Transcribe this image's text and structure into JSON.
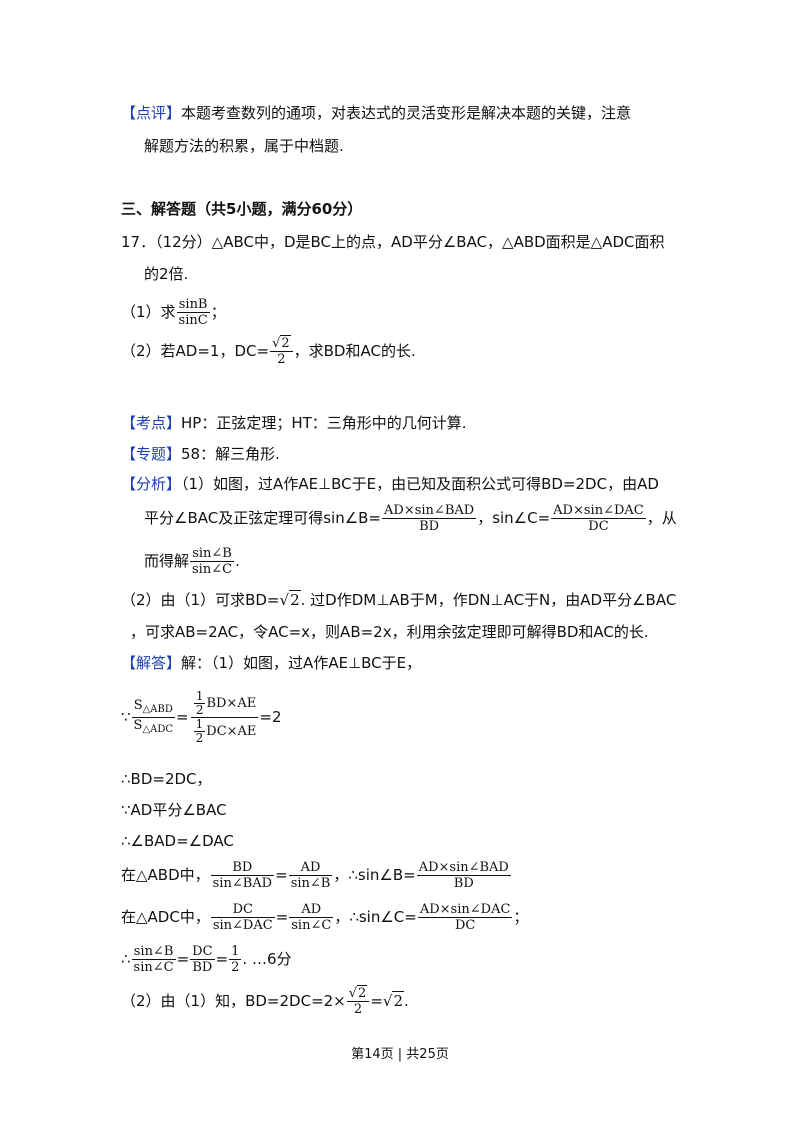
{
  "comment": {
    "tag": "【点评】",
    "line1": "本题考查数列的通项，对表达式的灵活变形是解决本题的关键，注意",
    "line2": "解题方法的积累，属于中档题."
  },
  "section_title": "三、解答题（共5小题，满分60分）",
  "problem": {
    "line1": "17．（12分）△ABC中，D是BC上的点，AD平分∠BAC，△ABD面积是△ADC面积",
    "line2": "的2倍.",
    "q1_prefix": "（1）求",
    "q1_num": "sinB",
    "q1_den": "sinC",
    "q1_suffix": "；",
    "q2_prefix": "（2）若AD=1，DC=",
    "q2_radicand": "2",
    "q2_den": "2",
    "q2_suffix": "，求BD和AC的长."
  },
  "kaodian": {
    "tag": "【考点】",
    "text": "HP：正弦定理；HT：三角形中的几何计算."
  },
  "zhuanti": {
    "tag": "【专题】",
    "text": "58：解三角形."
  },
  "fenxi": {
    "tag": "【分析】",
    "line1": "（1）如图，过A作AE⊥BC于E，由已知及面积公式可得BD=2DC，由AD",
    "line2_a": "平分∠BAC及正弦定理可得sin∠B=",
    "f1_num": "AD×sin∠BAD",
    "f1_den": "BD",
    "line2_b": "，sin∠C=",
    "f2_num": "AD×sin∠DAC",
    "f2_den": "DC",
    "line2_c": "，从",
    "line3_a": "而得解",
    "f3_num": "sin∠B",
    "f3_den": "sin∠C",
    "line3_b": ".",
    "line4_a": "（2）由（1）可求BD=",
    "line4_rad": "2",
    "line4_b": ". 过D作DM⊥AB于M，作DN⊥AC于N，由AD平分∠BAC",
    "line5": "，可求AB=2AC，令AC=x，则AB=2x，利用余弦定理即可解得BD和AC的长."
  },
  "jieda": {
    "tag": "【解答】",
    "line1": "解：（1）如图，过A作AE⊥BC于E，",
    "because": "∵",
    "s1": "S",
    "s1_sub": "△ABD",
    "s2": "S",
    "s2_sub": "△ADC",
    "eq": "=",
    "half": "1",
    "two": "2",
    "bdae": "BD×AE",
    "dcae": "DC×AE",
    "eq2": "=2",
    "l_bd": "∴BD=2DC，",
    "l_ad": "∵AD平分∠BAC",
    "l_ang": "∴∠BAD=∠DAC",
    "abd_prefix": "在△ABD中，",
    "abd_f1_num": "BD",
    "abd_f1_den": "sin∠BAD",
    "abd_f2_num": "AD",
    "abd_f2_den": "sin∠B",
    "abd_mid": "，∴sin∠B=",
    "abd_f3_num": "AD×sin∠BAD",
    "abd_f3_den": "BD",
    "adc_prefix": "在△ADC中，",
    "adc_f1_num": "DC",
    "adc_f1_den": "sin∠DAC",
    "adc_f2_num": "AD",
    "adc_f2_den": "sin∠C",
    "adc_mid": "，∴sin∠C=",
    "adc_f3_num": "AD×sin∠DAC",
    "adc_f3_den": "DC",
    "adc_end": "；",
    "therefore": "∴",
    "r_f1_num": "sin∠B",
    "r_f1_den": "sin∠C",
    "r_f2_num": "DC",
    "r_f2_den": "BD",
    "r_f3_num": "1",
    "r_f3_den": "2",
    "r_end": ". …6分",
    "p2_prefix": "（2）由（1）知，BD=2DC=2×",
    "p2_rad": "2",
    "p2_den": "2",
    "p2_mid": "=",
    "p2_rad2": "2",
    "p2_end": "."
  },
  "footer": "第14页 | 共25页"
}
